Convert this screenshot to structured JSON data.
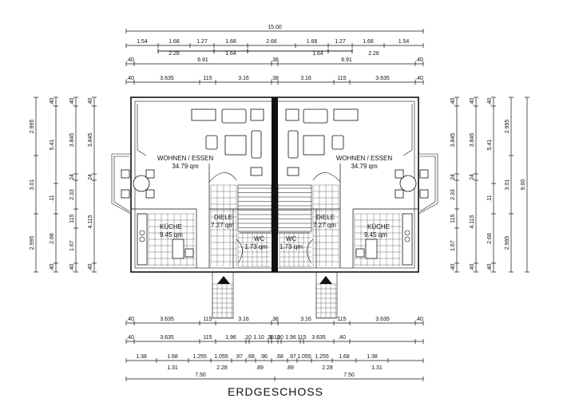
{
  "title": "ERDGESCHOSS",
  "rooms": {
    "left": {
      "wohnen": "WOHNEN / ESSEN",
      "wohnen_area": "34.79 qm",
      "kuche": "KÜCHE",
      "kuche_area": "9.45 qm",
      "diele": "DIELE",
      "diele_area": "7.27 qm",
      "wc": "WC",
      "wc_area": "1.73 qm"
    },
    "right": {
      "wohnen": "WOHNEN / ESSEN",
      "wohnen_area": "34.79 qm",
      "kuche": "KÜCHE",
      "kuche_area": "9.45 qm",
      "diele": "DIELE",
      "diele_area": "7.27 qm",
      "wc": "WC",
      "wc_area": "1.73 qm"
    }
  },
  "dims": {
    "top": {
      "r1": [
        "15.00"
      ],
      "r2": [
        "1.54",
        "1.68",
        "1.27",
        "1.68",
        "2.66",
        "1.68",
        "1.27",
        "1.68",
        "1.54"
      ],
      "r3": [
        "2.28",
        "1.64",
        "1.64",
        "2.28"
      ],
      "r4": [
        ".40",
        "6.91",
        ".38",
        "6.91",
        ".40"
      ],
      "r5": [
        ".40",
        "3.635",
        "115",
        "3.16",
        ".38",
        "3.16",
        "115",
        "3.635",
        ".40"
      ]
    },
    "bottom": {
      "r1": [
        ".40",
        "3.635",
        "115",
        "3.16",
        ".38",
        "3.16",
        "115",
        "3.635",
        ".40"
      ],
      "r2": [
        ".40",
        "3.635",
        "115",
        "1.96",
        ".10",
        "1.10",
        ".38",
        "1.10",
        ".10",
        "1.96",
        "115",
        "3.635",
        ".40"
      ],
      "r3": [
        "1.38",
        "1.68",
        "1.255",
        "1.055",
        ".97",
        ".68",
        ".96",
        ".68",
        ".97",
        "1.055",
        "1.255",
        "1.68",
        "1.38"
      ],
      "r4": [
        "1.31",
        "2.28",
        ".89",
        ".89",
        "2.28",
        "1.31"
      ],
      "r5": [
        "7.50",
        "7.50"
      ]
    },
    "left": {
      "c1": [
        "2.995",
        "3.01",
        "2.995"
      ],
      "c2": [
        ".40",
        "5.41",
        ".11",
        "2.68",
        ".40"
      ],
      "c3": [
        ".40",
        "3.845",
        "24",
        "2.33",
        "115",
        "1.67",
        ".40"
      ],
      "c4": [
        ".40",
        "3.845",
        "24",
        "4.115",
        ".40"
      ]
    },
    "right": {
      "c1": [
        ".40",
        "3.845",
        "24",
        "2.33",
        "115",
        "1.67",
        ".40"
      ],
      "c2": [
        ".40",
        "3.845",
        "24",
        "4.115",
        ".40"
      ],
      "c3": [
        ".40",
        "5.41",
        ".11",
        "2.68",
        ".40"
      ],
      "c4": [
        "2.995",
        "3.01",
        "2.995"
      ],
      "c5": [
        "9.00"
      ]
    }
  }
}
